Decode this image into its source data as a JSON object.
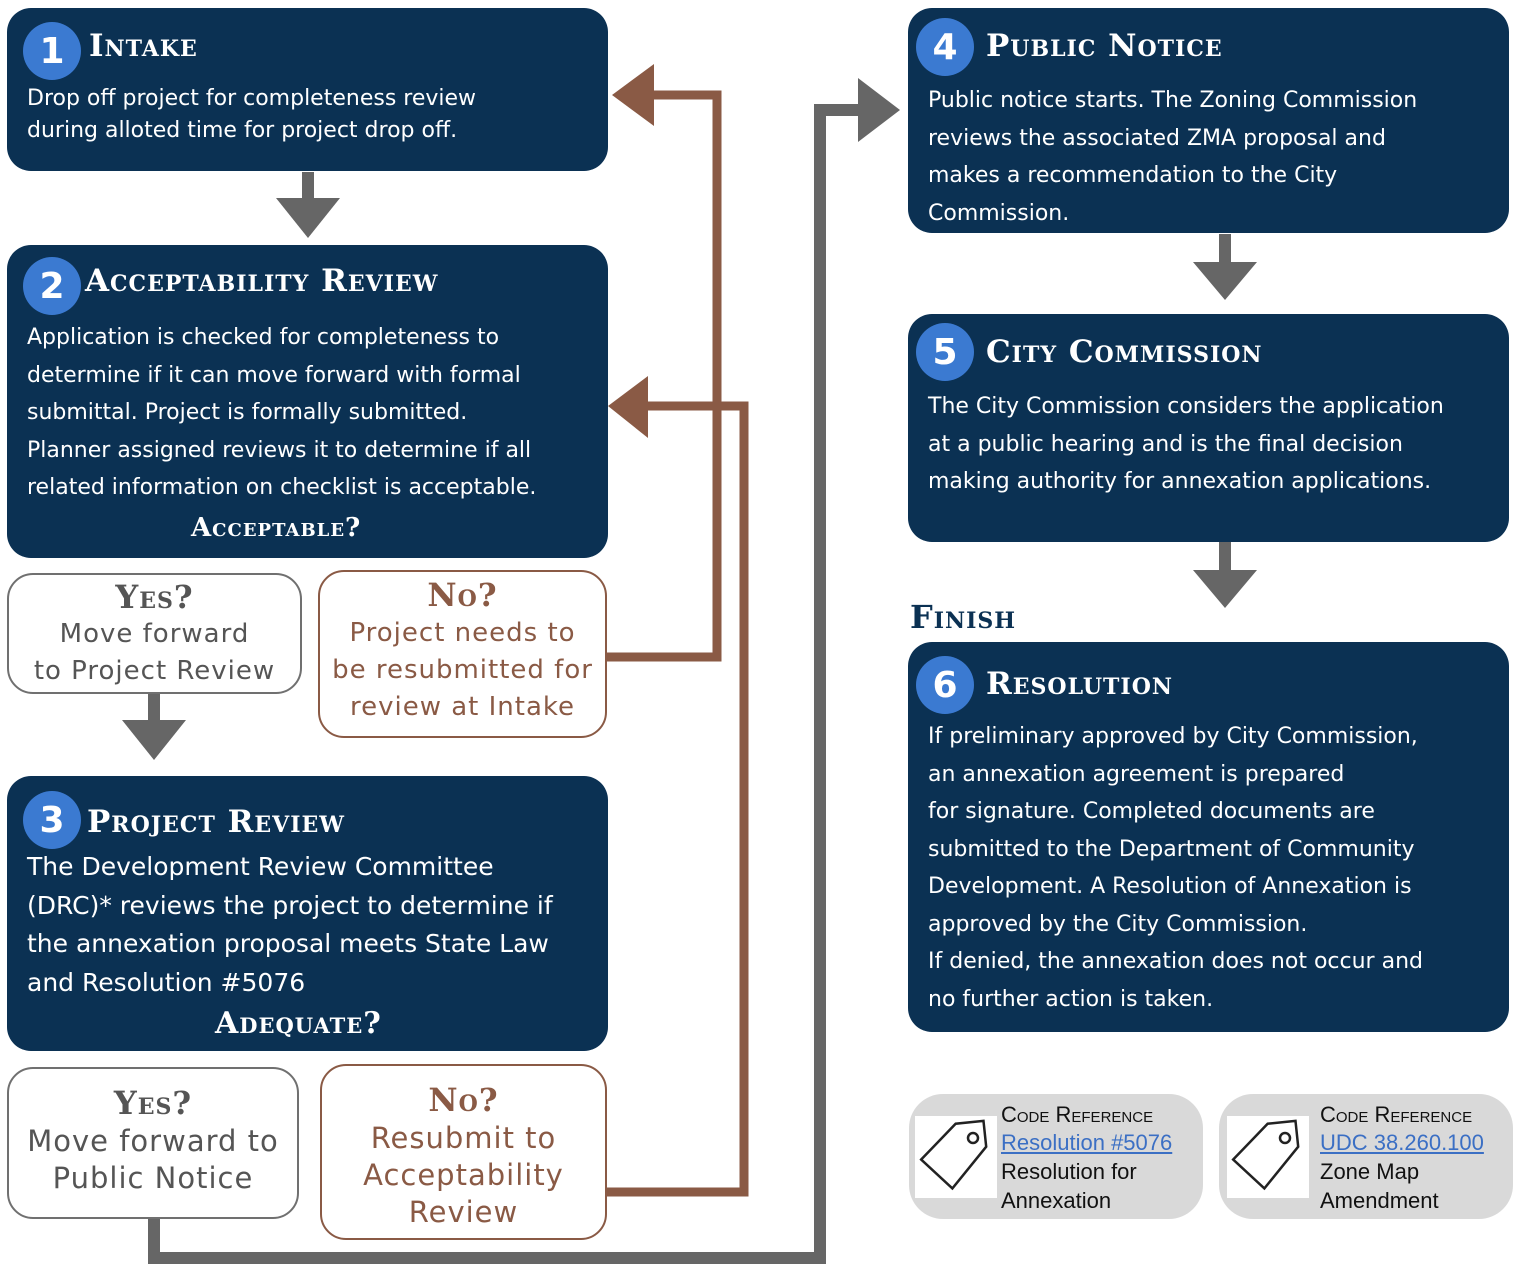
{
  "steps": [
    {
      "number": "1",
      "title": "Intake",
      "body": "Drop off project for completeness review\nduring alloted time for project drop off."
    },
    {
      "number": "2",
      "title": "Acceptability Review",
      "body": "Application is checked for completeness to\ndetermine if it can move forward with formal\nsubmittal. Project is formally submitted.\nPlanner assigned reviews it to determine if all\nrelated information on checklist is acceptable.",
      "question": "Acceptable?"
    },
    {
      "number": "3",
      "title": "Project Review",
      "body": "The Development Review Committee\n(DRC)* reviews the project to determine if\nthe annexation proposal meets State Law\nand Resolution #5076",
      "question": "Adequate?"
    },
    {
      "number": "4",
      "title": "Public Notice",
      "body": "Public notice starts. The Zoning Commission\nreviews the associated ZMA proposal and\nmakes a recommendation to the City\nCommission."
    },
    {
      "number": "5",
      "title": "City Commission",
      "body": "The City Commission considers the application\nat a public hearing and is the final decision\nmaking authority for annexation applications."
    },
    {
      "number": "6",
      "title": "Resolution",
      "body": "If preliminary approved by City Commission,\nan annexation agreement is prepared\nfor signature. Completed documents are\nsubmitted to the Department of Community\nDevelopment. A Resolution of Annexation is\napproved by the City Commission.\nIf denied, the annexation does not occur and\nno further action is taken."
    }
  ],
  "decisions": {
    "step2_yes": {
      "head": "Yes?",
      "text": "Move forward\nto Project Review"
    },
    "step2_no": {
      "head": "No?",
      "text": "Project needs to\nbe resubmitted for\nreview at Intake"
    },
    "step3_yes": {
      "head": "Yes?",
      "text": "Move forward to\nPublic Notice"
    },
    "step3_no": {
      "head": "No?",
      "text": "Resubmit to\nAcceptability\nReview"
    }
  },
  "finish_label": "Finish",
  "code_references": [
    {
      "label": "Code Reference",
      "link": "Resolution #5076",
      "description": "Resolution for\nAnnexation",
      "icon": "tag-icon"
    },
    {
      "label": "Code Reference",
      "link": "UDC 38.260.100",
      "description": "Zone Map\nAmendment",
      "icon": "tag-icon"
    }
  ],
  "colors": {
    "step_fill": "#0b3153",
    "number_badge": "#3b7ad1",
    "gray_arrow": "#666666",
    "brown_arrow": "#8a5a45",
    "reference_fill": "#d9d9d9"
  }
}
